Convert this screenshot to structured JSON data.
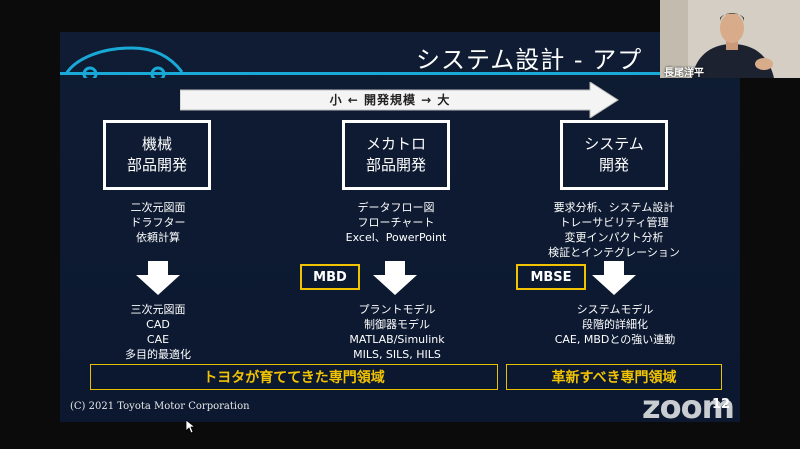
{
  "slide": {
    "title": "システム設計 - アプ",
    "scale_label": "小  ←  開発規模  →  大",
    "columns": [
      {
        "box_lines": [
          "機械",
          "部品開発"
        ],
        "top_list": [
          "二次元図面",
          "ドラフター",
          "依頼計算"
        ],
        "bottom_list": [
          "三次元図面",
          "CAD",
          "CAE",
          "多目的最適化"
        ]
      },
      {
        "box_lines": [
          "メカトロ",
          "部品開発"
        ],
        "top_list": [
          "データフロー図",
          "フローチャート",
          "Excel、PowerPoint"
        ],
        "tag": "MBD",
        "bottom_list": [
          "プラントモデル",
          "制御器モデル",
          "MATLAB/Simulink",
          "MILS, SILS, HILS"
        ]
      },
      {
        "box_lines": [
          "システム",
          "開発"
        ],
        "top_list": [
          "要求分析、システム設計",
          "トレーサビリティ管理",
          "変更インパクト分析",
          "検証とインテグレーション"
        ],
        "tag": "MBSE",
        "bottom_list": [
          "システムモデル",
          "段階的詳細化",
          "CAE, MBDとの強い連動"
        ]
      }
    ],
    "domains": [
      "トヨタが育ててきた専門領域",
      "革新すべき専門領域"
    ],
    "copyright": "(C) 2021 Toyota Motor Corporation",
    "page_number": "12"
  },
  "webcam": {
    "name": "長尾洋平"
  },
  "watermark": "zoom",
  "colors": {
    "accent": "#19a9d6",
    "highlight": "#f2c300",
    "slide_bg": "#0f1c33"
  }
}
